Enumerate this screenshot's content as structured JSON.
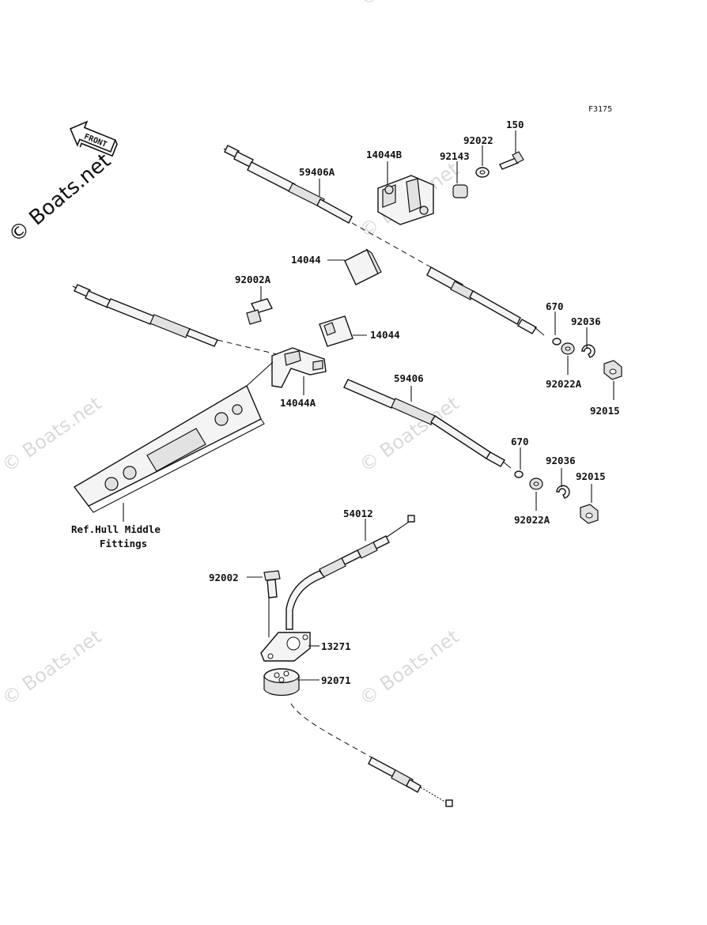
{
  "figure_code": "F3175",
  "front_arrow_label": "FRONT",
  "watermark": "© Boats.net",
  "watermark_main": "© Boats.net",
  "labels": {
    "p150": "150",
    "p92022": "92022",
    "p14044B": "14044B",
    "p92143": "92143",
    "p59406A": "59406A",
    "p14044_top": "14044",
    "p92002A": "92002A",
    "p14044_mid": "14044",
    "p14044A": "14044A",
    "p670_top": "670",
    "p92036_top": "92036",
    "p92022A_top": "92022A",
    "p92015_top": "92015",
    "p59406": "59406",
    "p670_bot": "670",
    "p92036_bot": "92036",
    "p92015_bot": "92015",
    "p92022A_bot": "92022A",
    "ref_line1": "Ref.Hull Middle",
    "ref_line2": "Fittings",
    "p54012": "54012",
    "p92002": "92002",
    "p13271": "13271",
    "p92071": "92071"
  }
}
